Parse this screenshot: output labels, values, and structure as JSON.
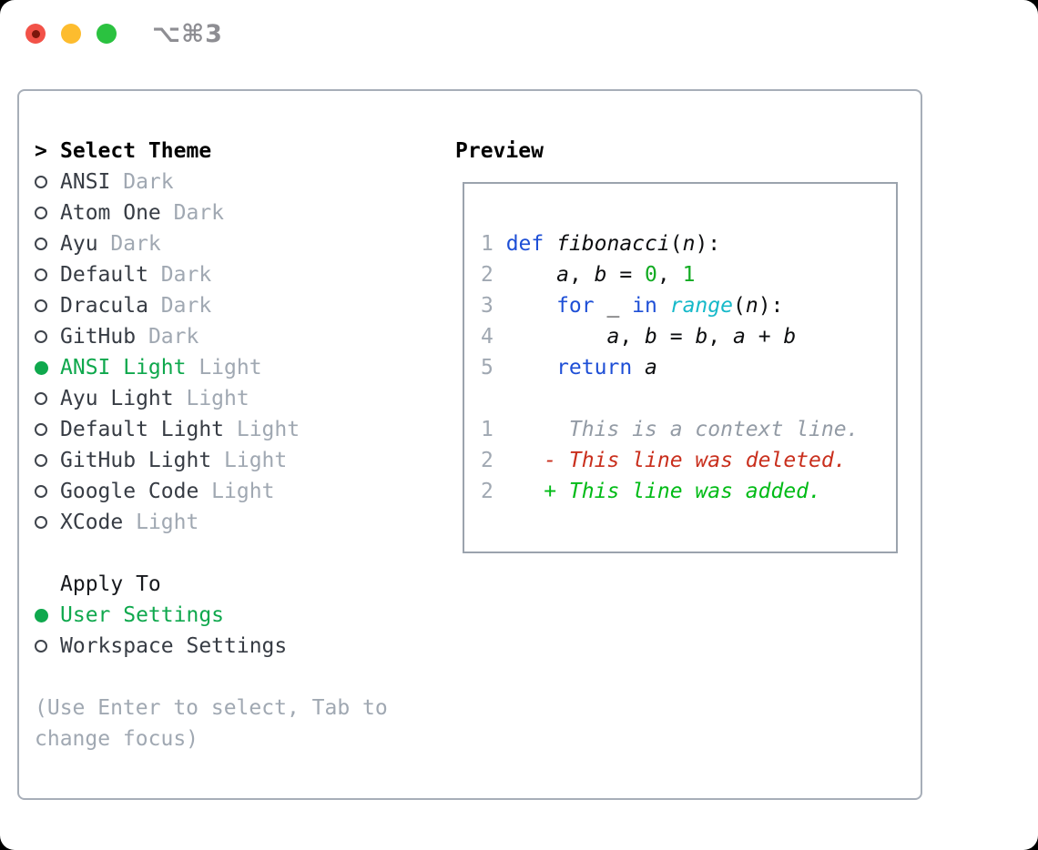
{
  "window": {
    "shortcut_label": "⌥⌘3"
  },
  "colors": {
    "accent_green": "#0fa84d",
    "added_green": "#00bb16",
    "deleted_red": "#c92f1d",
    "keyword_blue": "#1e4fd6",
    "builtin_cyan": "#16b9c9",
    "number_green": "#12ab22",
    "muted_gray": "#a0a8b2",
    "context_gray": "#939ba5",
    "text_dark": "#373c44",
    "code_black": "#0d0e10",
    "border_gray": "#a7aeb8",
    "preview_border": "#9ba3ad",
    "shortcut_gray": "#8e8e93",
    "traffic_red": "#f25248",
    "traffic_red_dot": "#7c170c",
    "traffic_yellow": "#fdbc2e",
    "traffic_green": "#2bc240"
  },
  "left_panel": {
    "prompt": ">",
    "title": "Select Theme",
    "themes": [
      {
        "name": "ANSI",
        "variant": "Dark",
        "selected": false
      },
      {
        "name": "Atom One",
        "variant": "Dark",
        "selected": false
      },
      {
        "name": "Ayu",
        "variant": "Dark",
        "selected": false
      },
      {
        "name": "Default",
        "variant": "Dark",
        "selected": false
      },
      {
        "name": "Dracula",
        "variant": "Dark",
        "selected": false
      },
      {
        "name": "GitHub",
        "variant": "Dark",
        "selected": false
      },
      {
        "name": "ANSI Light",
        "variant": "Light",
        "selected": true
      },
      {
        "name": "Ayu Light",
        "variant": "Light",
        "selected": false
      },
      {
        "name": "Default Light",
        "variant": "Light",
        "selected": false
      },
      {
        "name": "GitHub Light",
        "variant": "Light",
        "selected": false
      },
      {
        "name": "Google Code",
        "variant": "Light",
        "selected": false
      },
      {
        "name": "XCode",
        "variant": "Light",
        "selected": false
      }
    ],
    "apply_to": {
      "title": "Apply To",
      "options": [
        {
          "label": "User Settings",
          "selected": true
        },
        {
          "label": "Workspace Settings",
          "selected": false
        }
      ]
    },
    "hint": "(Use Enter to select, Tab to change focus)"
  },
  "preview": {
    "title": "Preview",
    "lines": [
      {
        "num": "1",
        "tokens": [
          {
            "t": "def",
            "c": "kw"
          },
          {
            "t": " ",
            "c": "pl"
          },
          {
            "t": "fibonacci",
            "c": "id"
          },
          {
            "t": "(",
            "c": "pl"
          },
          {
            "t": "n",
            "c": "id"
          },
          {
            "t": "):",
            "c": "pl"
          }
        ]
      },
      {
        "num": "2",
        "tokens": [
          {
            "t": "    ",
            "c": "pl"
          },
          {
            "t": "a",
            "c": "id"
          },
          {
            "t": ", ",
            "c": "pl"
          },
          {
            "t": "b",
            "c": "id"
          },
          {
            "t": " = ",
            "c": "pl"
          },
          {
            "t": "0",
            "c": "numlit"
          },
          {
            "t": ", ",
            "c": "pl"
          },
          {
            "t": "1",
            "c": "numlit"
          }
        ]
      },
      {
        "num": "3",
        "tokens": [
          {
            "t": "    ",
            "c": "pl"
          },
          {
            "t": "for",
            "c": "kw"
          },
          {
            "t": " _ ",
            "c": "pl"
          },
          {
            "t": "in",
            "c": "kw"
          },
          {
            "t": " ",
            "c": "pl"
          },
          {
            "t": "range",
            "c": "ty"
          },
          {
            "t": "(",
            "c": "pl"
          },
          {
            "t": "n",
            "c": "id"
          },
          {
            "t": "):",
            "c": "pl"
          }
        ]
      },
      {
        "num": "4",
        "tokens": [
          {
            "t": "        ",
            "c": "pl"
          },
          {
            "t": "a",
            "c": "id"
          },
          {
            "t": ", ",
            "c": "pl"
          },
          {
            "t": "b",
            "c": "id"
          },
          {
            "t": " = ",
            "c": "pl"
          },
          {
            "t": "b",
            "c": "id"
          },
          {
            "t": ", ",
            "c": "pl"
          },
          {
            "t": "a",
            "c": "id"
          },
          {
            "t": " + ",
            "c": "pl"
          },
          {
            "t": "b",
            "c": "id"
          }
        ]
      },
      {
        "num": "5",
        "tokens": [
          {
            "t": "    ",
            "c": "pl"
          },
          {
            "t": "return",
            "c": "kw"
          },
          {
            "t": " ",
            "c": "pl"
          },
          {
            "t": "a",
            "c": "id"
          }
        ]
      },
      {
        "num": "",
        "tokens": []
      },
      {
        "num": "1",
        "tokens": [
          {
            "t": "     This is a context line.",
            "c": "ctx"
          }
        ]
      },
      {
        "num": "2",
        "tokens": [
          {
            "t": "   - This line was deleted.",
            "c": "del"
          }
        ]
      },
      {
        "num": "2",
        "tokens": [
          {
            "t": "   + This line was added.",
            "c": "add"
          }
        ]
      }
    ]
  }
}
